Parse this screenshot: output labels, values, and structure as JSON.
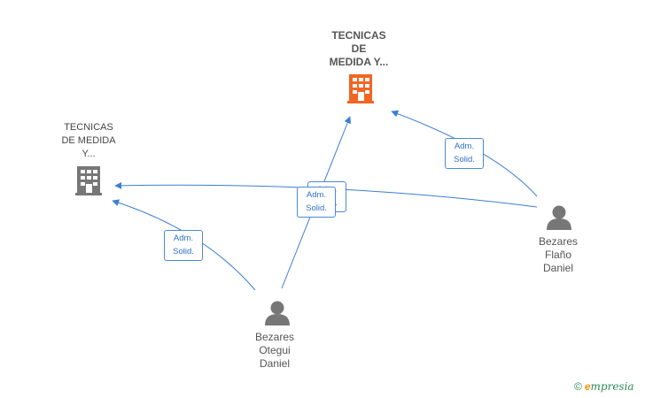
{
  "nodes": {
    "company_main": {
      "label": "TECNICAS\nDE\nMEDIDA Y...",
      "icon": "building-icon",
      "color": "#f26522"
    },
    "company_secondary": {
      "label": "TECNICAS\nDE MEDIDA\nY...",
      "icon": "building-icon",
      "color": "#777777"
    },
    "person_right": {
      "label": "Bezares\nFlaño\nDaniel",
      "icon": "person-icon",
      "color": "#777777"
    },
    "person_bottom": {
      "label": "Bezares\nOtegui\nDaniel",
      "icon": "person-icon",
      "color": "#777777"
    }
  },
  "edges": [
    {
      "from": "person_right",
      "to": "company_main",
      "label": "Adm.\nSolid."
    },
    {
      "from": "person_right",
      "to": "company_secondary",
      "label": "Adm.\nSolid."
    },
    {
      "from": "person_bottom",
      "to": "company_main",
      "label": "Adm.\nSolid."
    },
    {
      "from": "person_bottom",
      "to": "company_secondary",
      "label": "Adm.\nSolid."
    }
  ],
  "edge_color": "#3a7fd5",
  "watermark": {
    "copyright": "©",
    "brand_first": "e",
    "brand_rest": "mpresia"
  }
}
